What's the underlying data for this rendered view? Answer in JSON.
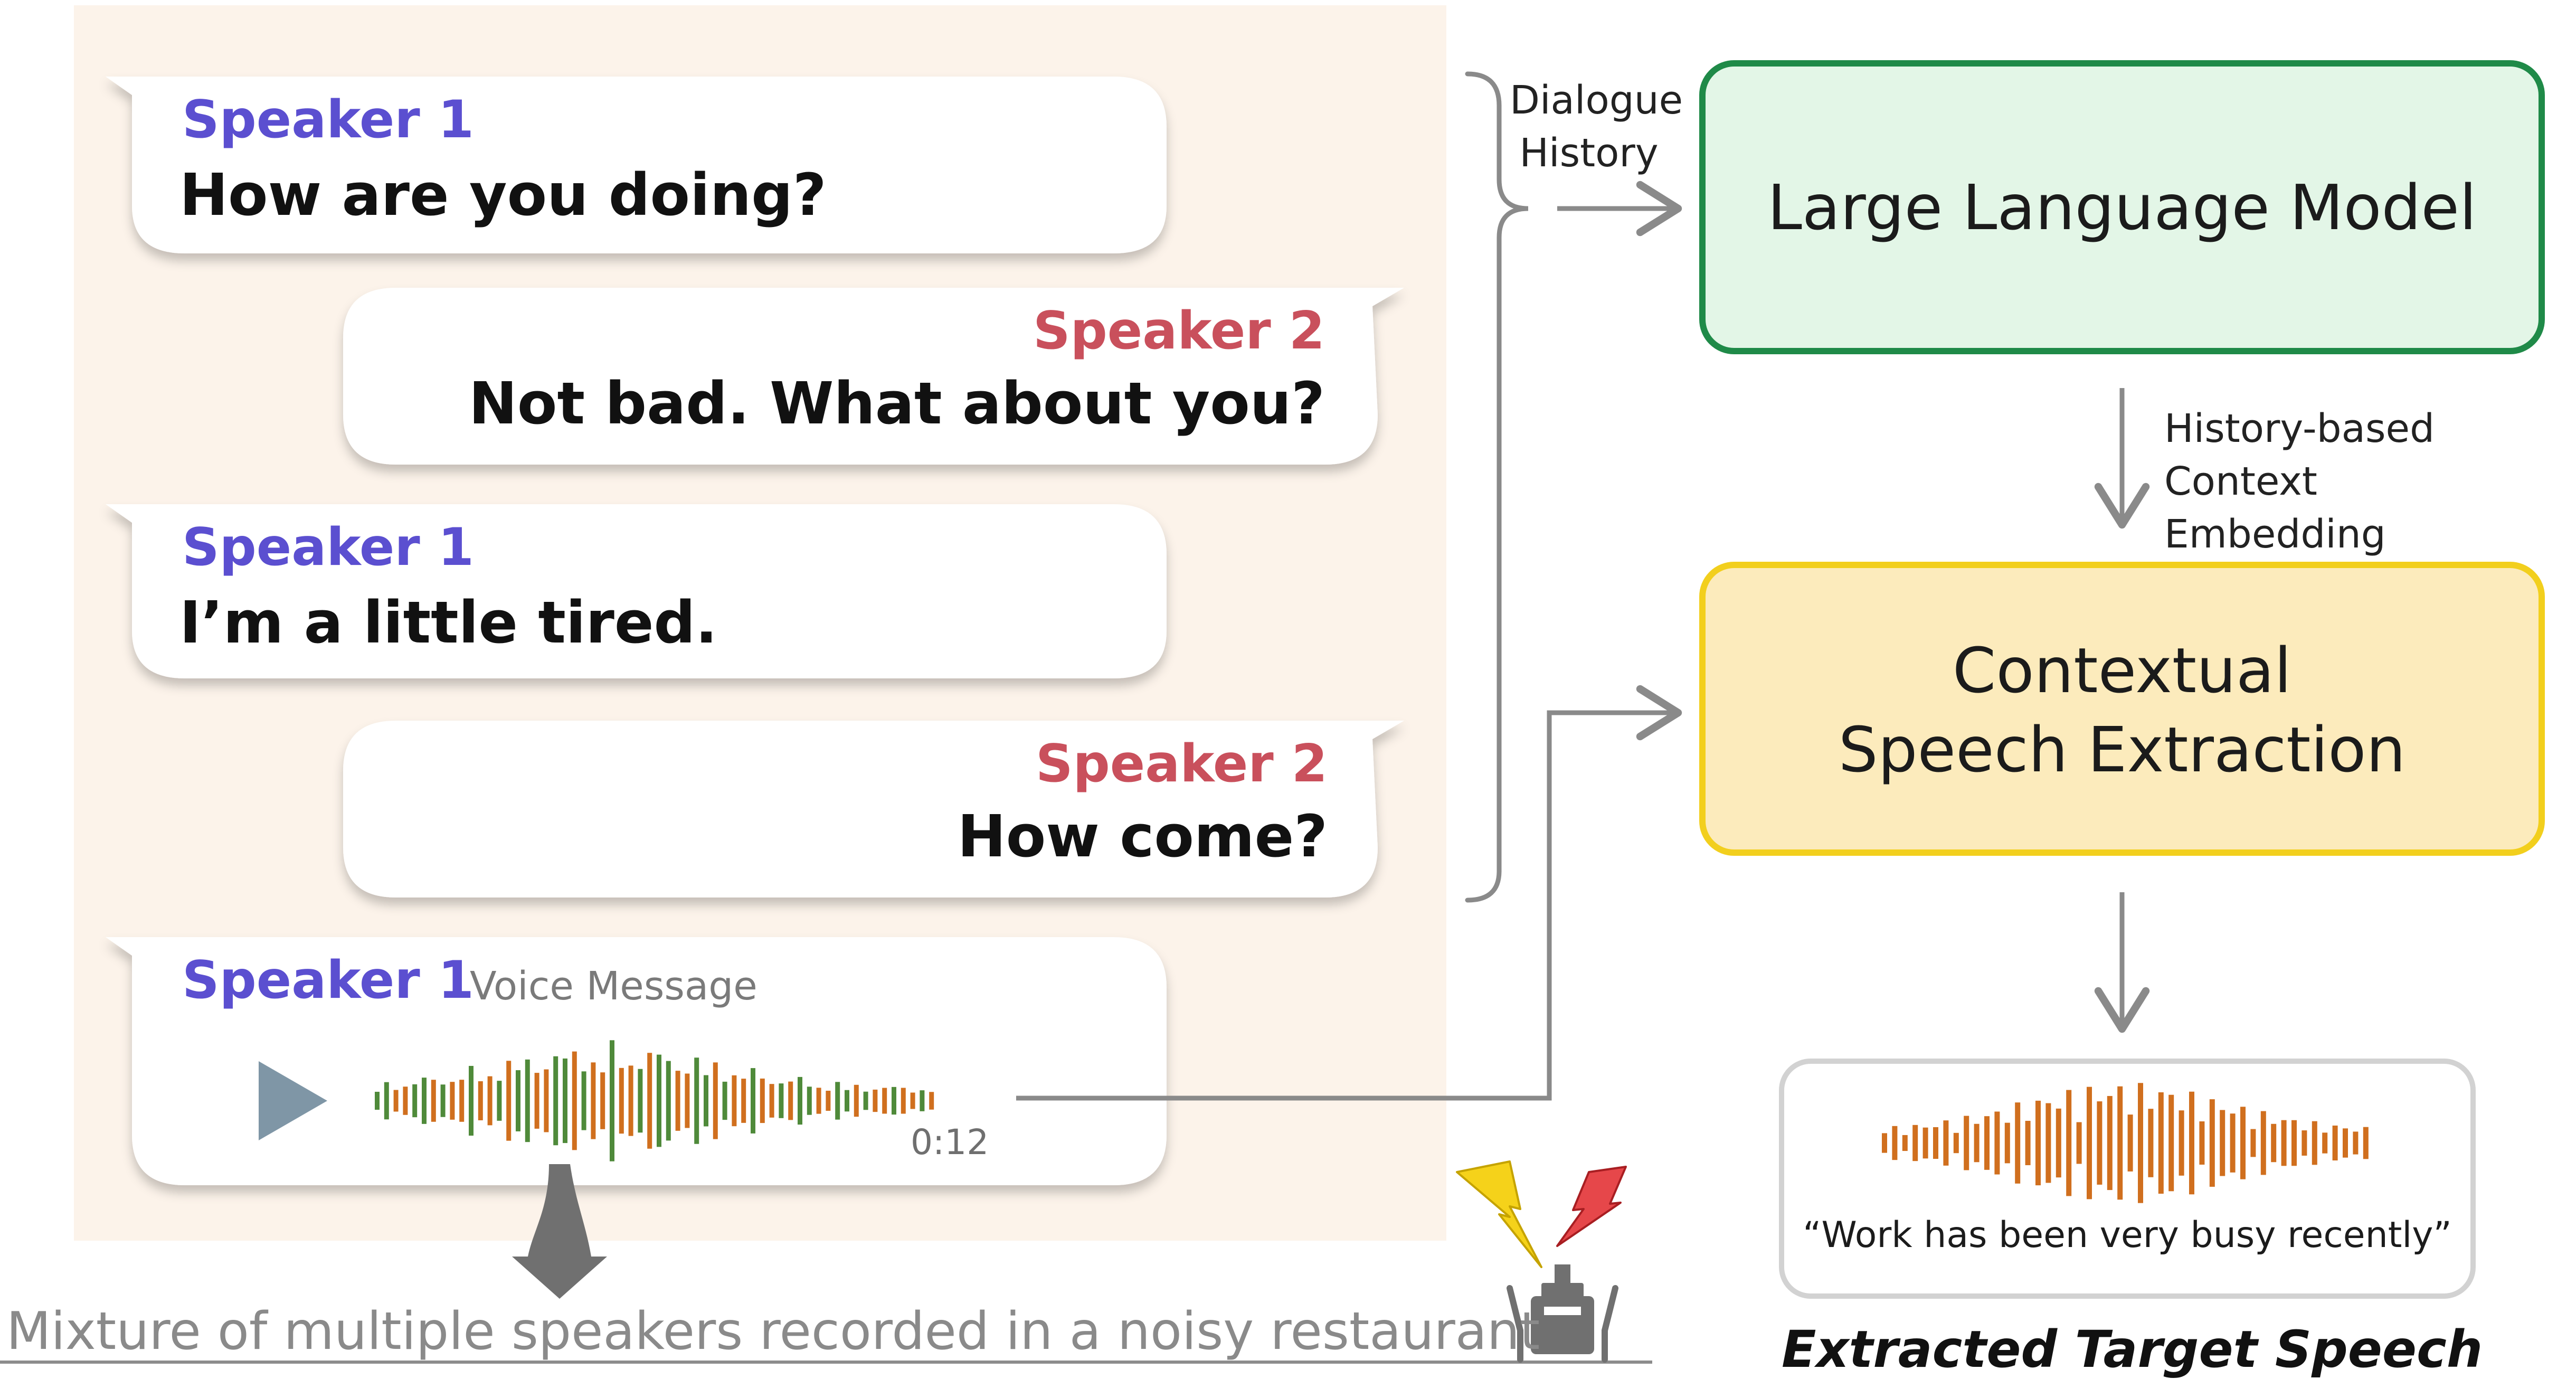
{
  "chat": {
    "messages": [
      {
        "speaker": "Speaker 1",
        "text": "How are you doing?"
      },
      {
        "speaker": "Speaker 2",
        "text": "Not bad. What about you?"
      },
      {
        "speaker": "Speaker 1",
        "text": "I’m a little tired."
      },
      {
        "speaker": "Speaker 2",
        "text": "How come?"
      }
    ],
    "voice_message": {
      "speaker": "Speaker 1",
      "label": "Voice Message",
      "duration": "0:12"
    }
  },
  "caption_bottom": "Mixture of multiple speakers recorded in a noisy restaurant",
  "dialogue_history_label": "Dialogue History",
  "llm_box": {
    "title": "Large Language Model"
  },
  "embedding_label": "History-based Context Embedding",
  "cse_box": {
    "title_line1": "Contextual",
    "title_line2": "Speech Extraction"
  },
  "output": {
    "quote": "“Work has been very busy recently”",
    "title": "Extracted Target Speech"
  },
  "colors": {
    "panel_bg": "#fcf3ea",
    "speaker1": "#5b4fd0",
    "speaker2": "#c9505c",
    "llm_fill": "#e3f6e7",
    "llm_border": "#1f8a48",
    "cse_fill": "#fcebbc",
    "cse_border": "#f2cf1d",
    "wave_orange": "#d06f1e",
    "wave_green": "#4f8a3a",
    "arrow_gray": "#8a8a8a",
    "play_icon": "#7f96a6"
  }
}
